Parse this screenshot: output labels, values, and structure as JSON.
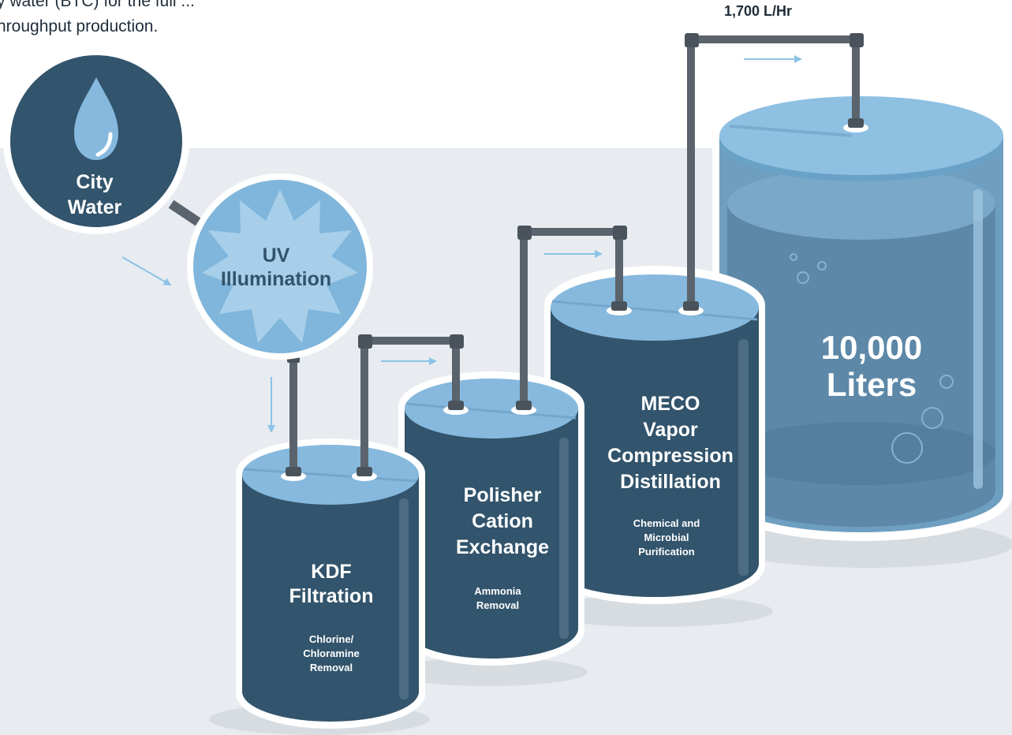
{
  "intro": {
    "line1": "y water (BTC) for the full ...",
    "line2": "hroughput production."
  },
  "flow_rate": "1,700 L/Hr",
  "colors": {
    "dark_blue": "#32546c",
    "light_blue": "#7fb6da",
    "tank_body": "#6aa1c6",
    "background_panel": "#e8ecf0",
    "pipe": "#5b646d",
    "arrow": "#8cc3e7"
  },
  "stages": {
    "city_water": {
      "label_line1": "City",
      "label_line2": "Water",
      "icon": "water-drop-icon"
    },
    "uv": {
      "label_line1": "UV",
      "label_line2": "Illumination"
    },
    "kdf": {
      "title_line1": "KDF",
      "title_line2": "Filtration",
      "sub_line1": "Chlorine/",
      "sub_line2": "Chloramine",
      "sub_line3": "Removal"
    },
    "polisher": {
      "title_line1": "Polisher",
      "title_line2": "Cation",
      "title_line3": "Exchange",
      "sub_line1": "Ammonia",
      "sub_line2": "Removal"
    },
    "meco": {
      "title_line1": "MECO",
      "title_line2": "Vapor",
      "title_line3": "Compression",
      "title_line4": "Distillation",
      "sub_line1": "Chemical and",
      "sub_line2": "Microbial",
      "sub_line3": "Purification"
    },
    "storage": {
      "label_line1": "10,000",
      "label_line2": "Liters"
    }
  }
}
